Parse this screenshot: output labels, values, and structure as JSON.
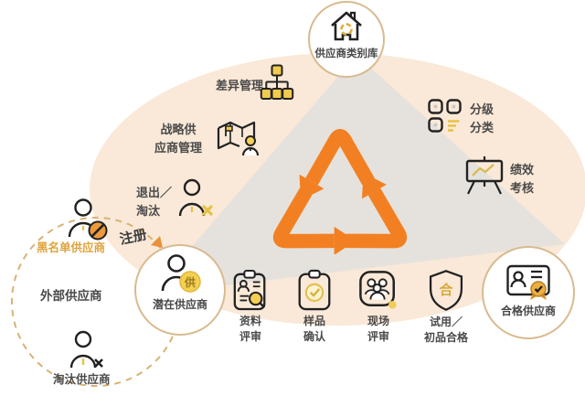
{
  "diagram": {
    "top_node": {
      "label": "供应商类别库",
      "icon": "house-recycle-icon"
    },
    "labels": {
      "diff": "差异管理",
      "strategic": "战略供\n应商管理",
      "exit": "退出／\n淘汰",
      "grading": "分级\n分类",
      "performance": "绩效\n考核",
      "register": "注册",
      "blacklist": "黑名单供应商",
      "external": "外部供应商",
      "eliminated": "淘汰供应商"
    },
    "nodes": {
      "potential": {
        "label": "潜在供应商",
        "badge": "供",
        "icon": "person-supplier-icon"
      },
      "qualified": {
        "label": "合格供应商",
        "icon": "certificate-medal-icon"
      }
    },
    "steps": [
      {
        "label": "资料\n评审",
        "icon": "clipboard-search-icon"
      },
      {
        "label": "样品\n确认",
        "icon": "clipboard-check-icon"
      },
      {
        "label": "现场\n评审",
        "icon": "people-group-icon"
      },
      {
        "label": "试用／\n初品合格",
        "icon": "shield-icon"
      }
    ],
    "shield_char": "合",
    "colors": {
      "recycle_orange": "#F28022",
      "peach_ellipse": "#FAE9D8",
      "gray_triangle": "#E5E2DD",
      "gold_accent": "#E7C243",
      "circle_border": "#D9BA8F",
      "text_dark": "#4a4a4a",
      "blacklist_text": "#DFA23C",
      "ban_orange": "#EC9A3C"
    }
  }
}
